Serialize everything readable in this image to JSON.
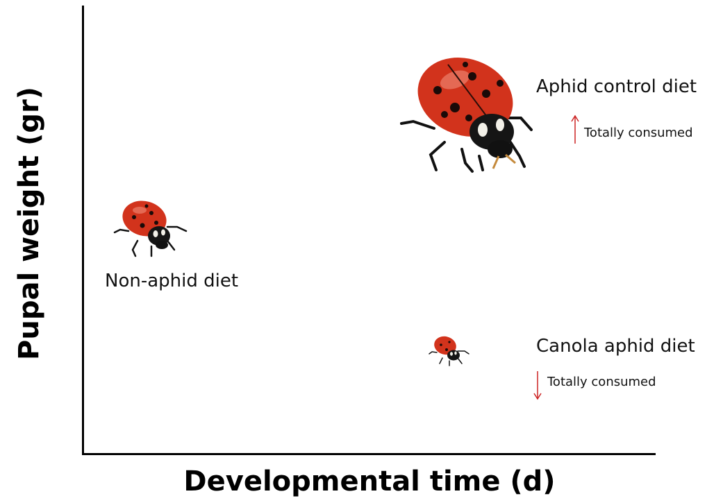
{
  "axes": {
    "x_label": "Developmental time (d)",
    "y_label": "Pupal weight (gr)"
  },
  "groups": {
    "aphid_control": {
      "label": "Aphid control diet",
      "note": "Totally consumed",
      "note_direction": "up"
    },
    "non_aphid": {
      "label": "Non-aphid diet"
    },
    "canola": {
      "label": "Canola aphid diet",
      "note": "Totally consumed",
      "note_direction": "down"
    }
  },
  "colors": {
    "arrow": "#cc2222",
    "beetle_body": "#d2331c",
    "beetle_dark": "#121212"
  },
  "icons": [
    "ladybug-icon",
    "arrow-up-icon",
    "arrow-down-icon"
  ]
}
